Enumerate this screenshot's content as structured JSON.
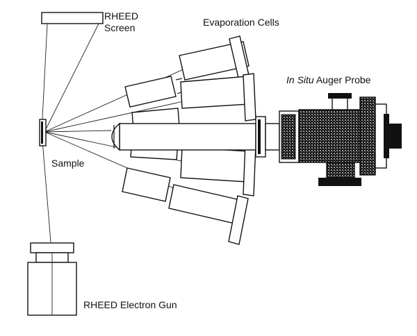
{
  "labels": {
    "rheed_screen_line1": "RHEED",
    "rheed_screen_line2": "Screen",
    "evaporation_cells": "Evaporation Cells",
    "auger_italic": "In Situ",
    "auger_rest": " Auger Probe",
    "sample": "Sample",
    "electron_gun": "RHEED Electron Gun"
  },
  "colors": {
    "line": "#111111",
    "mesh_dark": "#111111",
    "mesh_light": "#9a9a9a",
    "background": "#ffffff"
  }
}
